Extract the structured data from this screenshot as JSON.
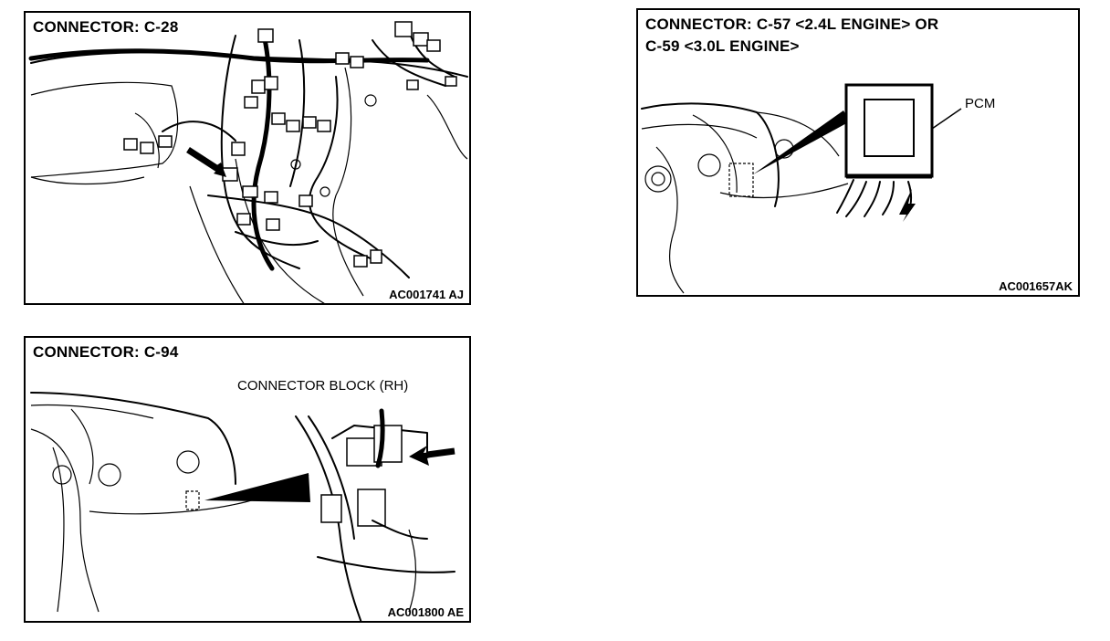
{
  "panels": [
    {
      "title": "CONNECTOR: C-28",
      "code": "AC001741 AJ"
    },
    {
      "title_line1": "CONNECTOR: C-57 <2.4L ENGINE> OR",
      "title_line2": "C-59 <3.0L ENGINE>",
      "label": "PCM",
      "code": "AC001657AK"
    },
    {
      "title": "CONNECTOR: C-94",
      "label": "CONNECTOR BLOCK (RH)",
      "code": "AC001800 AE"
    }
  ]
}
